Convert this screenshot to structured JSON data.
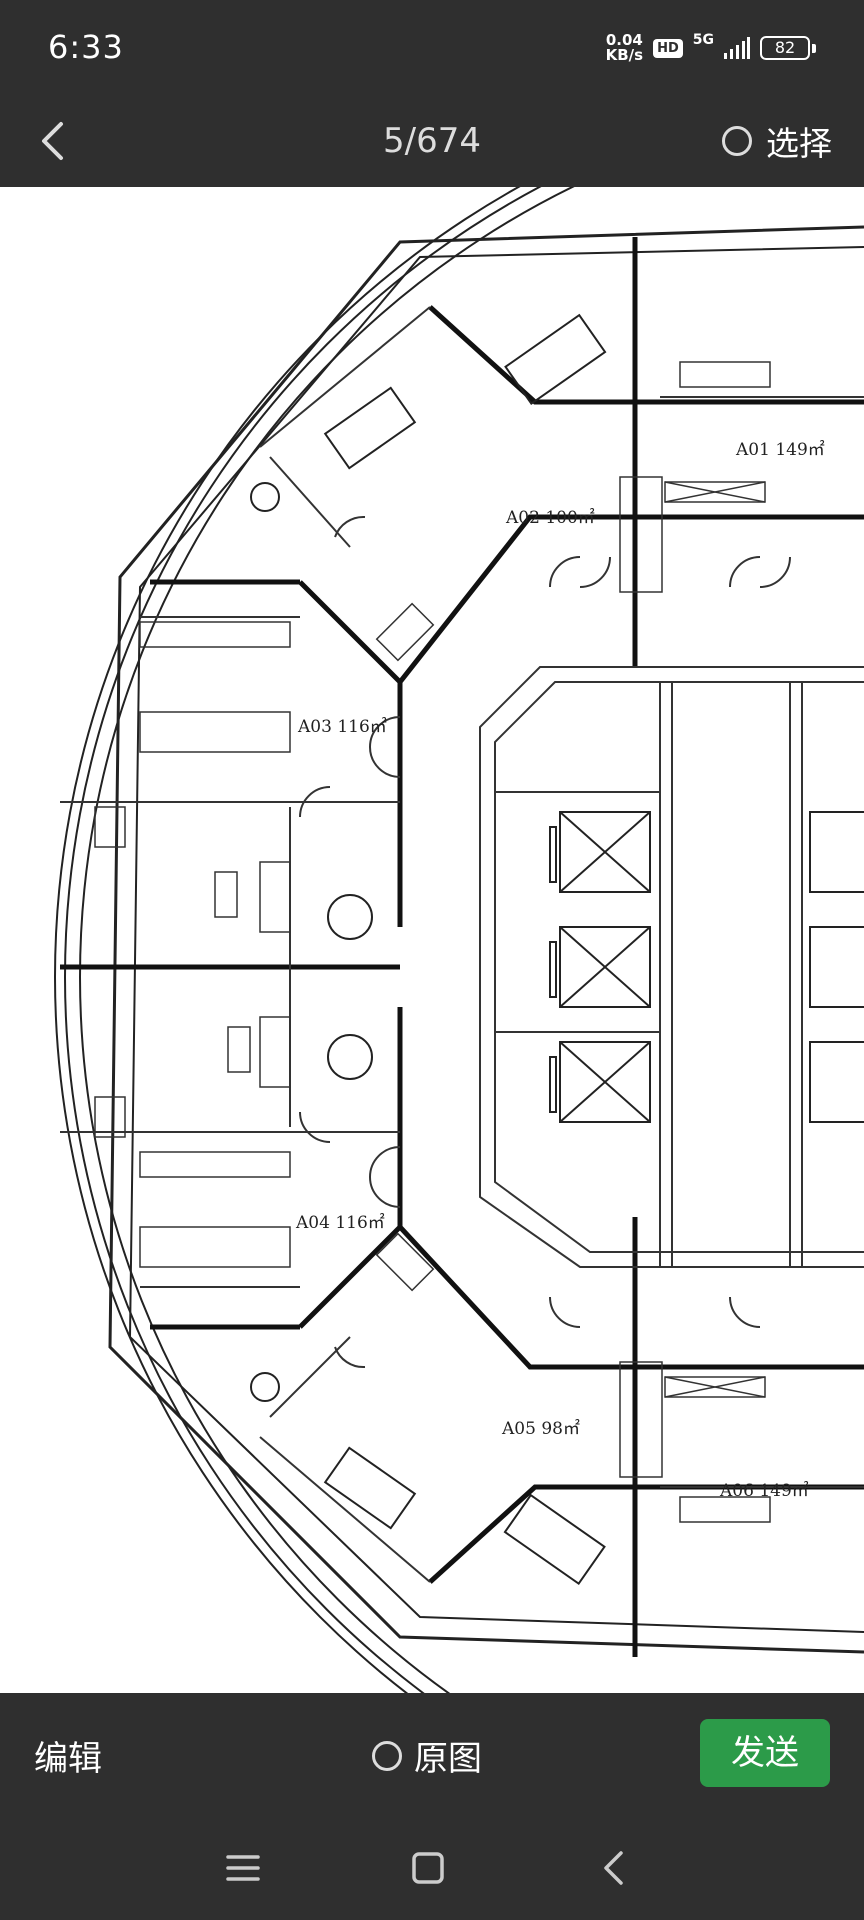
{
  "status": {
    "time": "6:33",
    "net_speed_value": "0.04",
    "net_speed_unit": "KB/s",
    "hd_badge": "HD",
    "network_type": "5G",
    "battery_level": "82"
  },
  "header": {
    "counter": "5/674",
    "select_label": "选择"
  },
  "floorplan": {
    "rooms": [
      {
        "label": "A01 149㎡"
      },
      {
        "label": "A02 100㎡"
      },
      {
        "label": "A03 116㎡"
      },
      {
        "label": "A04 116㎡"
      },
      {
        "label": "A05 98㎡"
      },
      {
        "label": "A06 149㎡"
      }
    ]
  },
  "footer": {
    "edit_label": "编辑",
    "original_label": "原图",
    "send_label": "发送"
  },
  "icons": {
    "back": "chevron-left-icon",
    "menu": "menu-icon",
    "home": "square-home-icon",
    "nav_back": "nav-back-icon"
  },
  "colors": {
    "bar_bg": "#2f2f2f",
    "send_green": "#2c9b49"
  }
}
